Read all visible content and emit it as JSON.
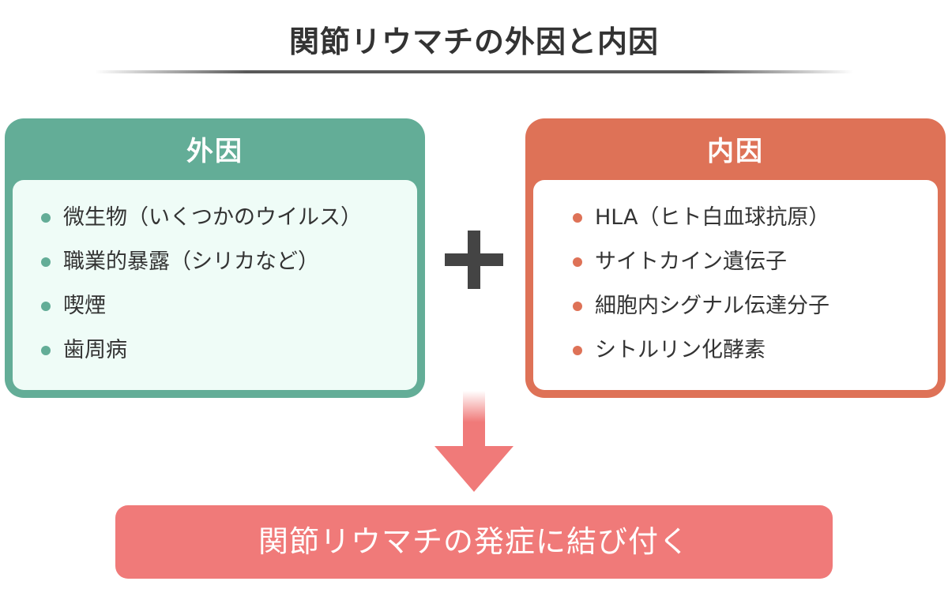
{
  "title": "関節リウマチの外因と内因",
  "external": {
    "heading": "外因",
    "items": [
      "微生物（いくつかのウイルス）",
      "職業的暴露（シリカなど）",
      "喫煙",
      "歯周病"
    ]
  },
  "internal": {
    "heading": "内因",
    "items": [
      "HLA（ヒト白血球抗原）",
      "サイトカイン遺伝子",
      "細胞内シグナル伝達分子",
      "シトルリン化酵素"
    ]
  },
  "result": "関節リウマチの発症に結び付く",
  "colors": {
    "external": "#63ad97",
    "external_body": "#effcf7",
    "internal": "#de7257",
    "arrow": "#f07a79",
    "result": "#f07a79",
    "plus": "#444444"
  },
  "icons": {
    "combine": "plus-icon",
    "leads_to": "arrow-down-icon"
  }
}
